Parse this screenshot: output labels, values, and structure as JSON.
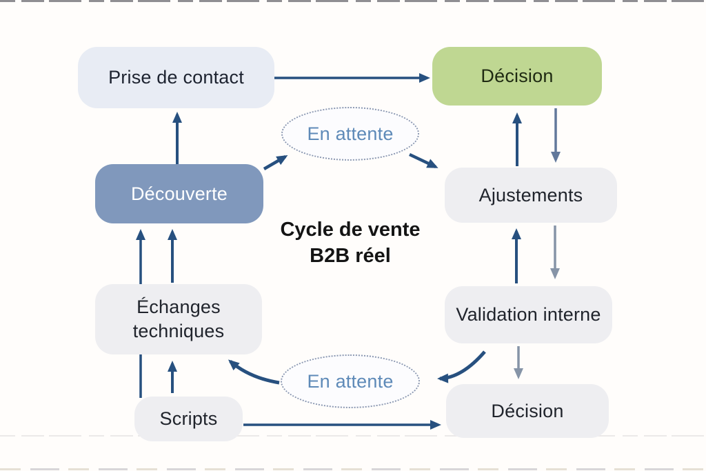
{
  "title": {
    "line1": "Cycle de vente",
    "line2": "B2B réel"
  },
  "nodes": {
    "prise_de_contact": {
      "label": "Prise de contact"
    },
    "decision_top": {
      "label": "Décision"
    },
    "decouverte": {
      "label": "Découverte"
    },
    "en_attente_top": {
      "label": "En attente"
    },
    "ajustements": {
      "label": "Ajustements"
    },
    "echanges_techniques": {
      "label": "Échanges techniques"
    },
    "validation_interne": {
      "label": "Validation interne"
    },
    "en_attente_bottom": {
      "label": "En attente"
    },
    "scripts": {
      "label": "Scripts"
    },
    "decision_bottom": {
      "label": "Décision"
    }
  },
  "edges": [
    {
      "from": "Prise de contact",
      "to": "Décision (haut)",
      "tone": "primary",
      "shape": "straight"
    },
    {
      "from": "Découverte",
      "to": "Prise de contact",
      "tone": "primary",
      "shape": "straight"
    },
    {
      "from": "Découverte",
      "to": "En attente (haut)",
      "tone": "primary",
      "shape": "straight"
    },
    {
      "from": "En attente (haut)",
      "to": "Ajustements",
      "tone": "primary",
      "shape": "straight"
    },
    {
      "from": "Ajustements",
      "to": "Décision (haut)",
      "tone": "primary",
      "shape": "straight"
    },
    {
      "from": "Décision (haut)",
      "to": "Ajustements",
      "tone": "secondary",
      "shape": "straight"
    },
    {
      "from": "Validation interne",
      "to": "Ajustements",
      "tone": "primary",
      "shape": "straight"
    },
    {
      "from": "Ajustements",
      "to": "Validation interne",
      "tone": "secondary",
      "shape": "straight"
    },
    {
      "from": "Validation interne",
      "to": "Décision (bas)",
      "tone": "secondary",
      "shape": "straight"
    },
    {
      "from": "Validation interne",
      "to": "En attente (bas)",
      "tone": "primary",
      "shape": "curved"
    },
    {
      "from": "En attente (bas)",
      "to": "Échanges techniques",
      "tone": "primary",
      "shape": "curved"
    },
    {
      "from": "Scripts",
      "to": "Décision (bas)",
      "tone": "primary",
      "shape": "straight"
    },
    {
      "from": "Scripts",
      "to": "Échanges techniques",
      "tone": "primary",
      "shape": "straight"
    },
    {
      "from": "Scripts",
      "to": "Découverte",
      "tone": "primary",
      "shape": "straight"
    },
    {
      "from": "Échanges techniques",
      "to": "Découverte",
      "tone": "primary",
      "shape": "straight"
    }
  ],
  "colors": {
    "arrow_primary": "#27507f",
    "arrow_secondary_slate": "#62789b",
    "arrow_secondary_gray": "#8694a7",
    "node_gray": "#eeeef1",
    "node_light_blue": "#e8ecf4",
    "node_blue": "#8098bc",
    "node_green": "#bfd792",
    "waiting_text": "#5e8ab8",
    "waiting_border": "#8a97b0",
    "background": "#fffdfb"
  }
}
